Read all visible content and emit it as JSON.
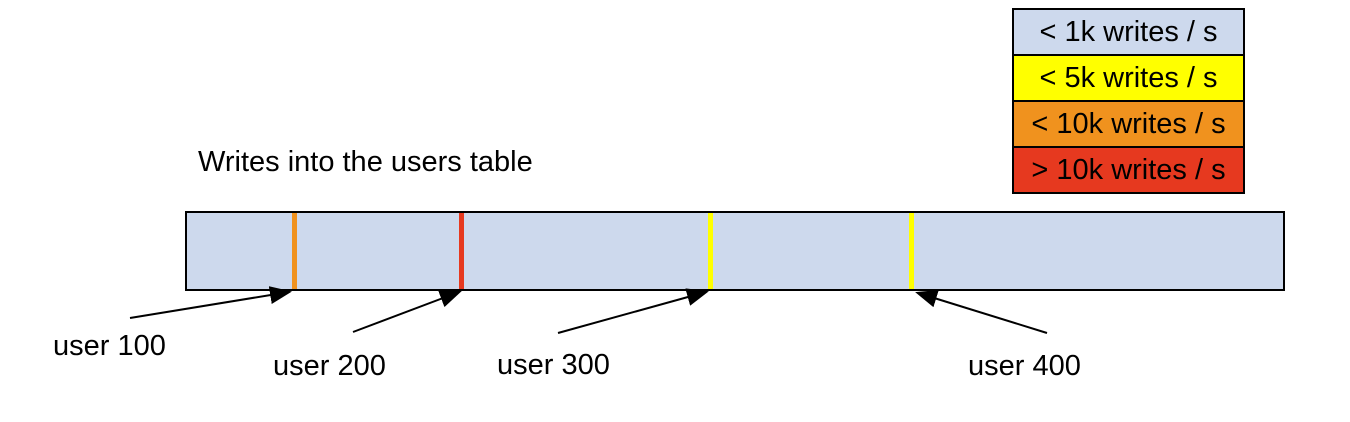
{
  "title": "Writes into the users table",
  "legend": {
    "items": [
      {
        "label": "< 1k writes / s",
        "color": "#cdd9ed"
      },
      {
        "label": "< 5k writes / s",
        "color": "#ffff00"
      },
      {
        "label": "< 10k writes / s",
        "color": "#f0921e"
      },
      {
        "label": "> 10k writes / s",
        "color": "#e6391f"
      }
    ]
  },
  "diagram": {
    "bar_fill": "#cdd9ed",
    "border_color": "#000000",
    "markers": [
      {
        "label": "user 100",
        "color": "#f0921e"
      },
      {
        "label": "user 200",
        "color": "#e6391f"
      },
      {
        "label": "user 300",
        "color": "#ffff00"
      },
      {
        "label": "user 400",
        "color": "#ffff00"
      }
    ]
  }
}
